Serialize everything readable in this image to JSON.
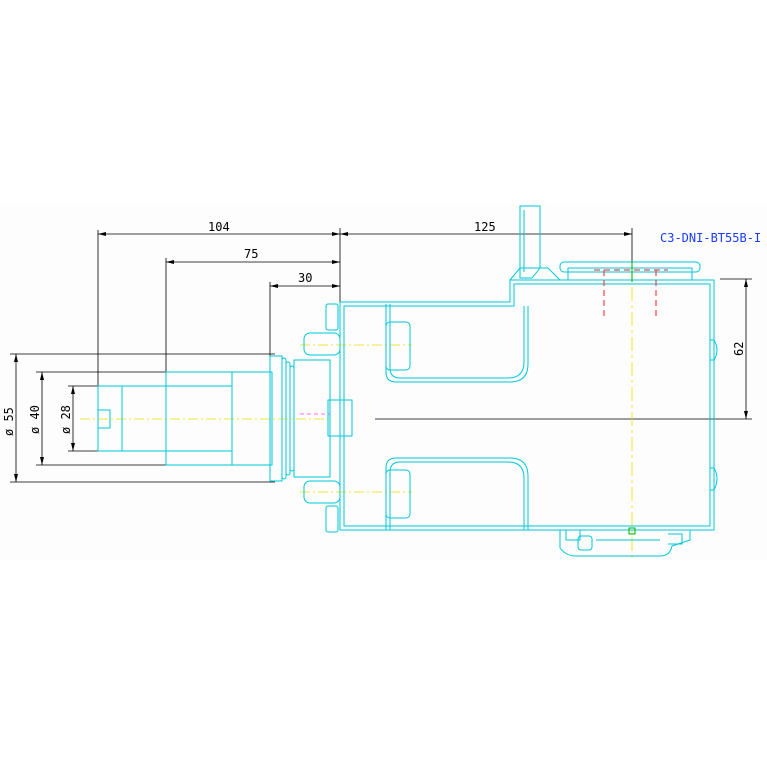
{
  "drawing_label": "C3-DNI-BT55B-I",
  "dimensions": {
    "d104": "104",
    "d75": "75",
    "d30": "30",
    "d125": "125",
    "d62": "62",
    "dia55": "ø 55",
    "dia40": "ø 40",
    "dia28": "ø 28"
  },
  "colors": {
    "outline": "#00c8d8",
    "dimension": "#000000",
    "centerline": "#e8e000",
    "label": "#1a3cff"
  }
}
